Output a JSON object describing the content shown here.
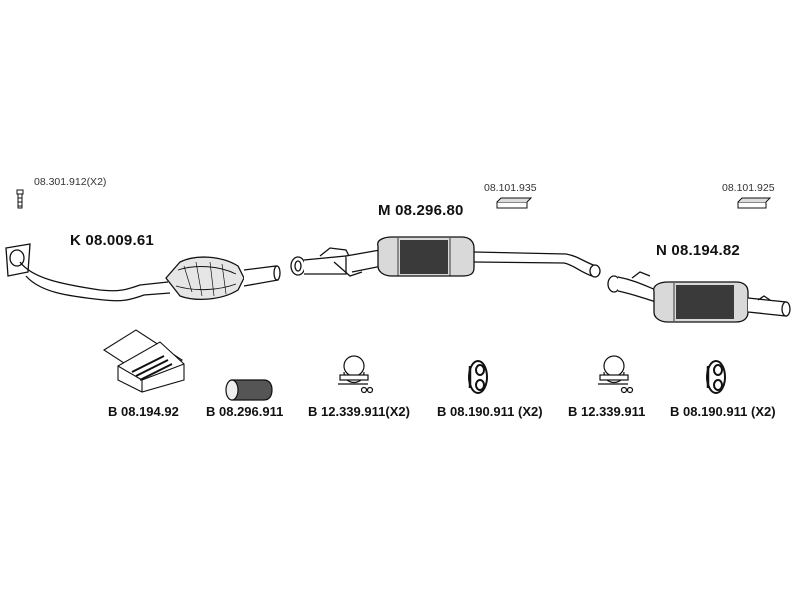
{
  "title": "",
  "colors": {
    "ink": "#111111",
    "fill_light": "#d9d9d9",
    "fill_dark": "#3a3a3a",
    "background": "#ffffff"
  },
  "assemblies": [
    {
      "id": "front-catalyst-pipe",
      "code": "K 08.009.61"
    },
    {
      "id": "middle-silencer",
      "code": "M 08.296.80"
    },
    {
      "id": "rear-silencer",
      "code": "N 08.194.82"
    }
  ],
  "hardware_labels": {
    "bolt": {
      "code": "08.301.912",
      "qty": "(X2)"
    },
    "rubber_mount_middle": {
      "code": "08.101.935"
    },
    "rubber_mount_rear": {
      "code": "08.101.925"
    }
  },
  "accessories": [
    {
      "id": "mounting-kit",
      "code": "B 08.194.92",
      "qty": ""
    },
    {
      "id": "pipe-sleeve",
      "code": "B 08.296.911",
      "qty": ""
    },
    {
      "id": "clamp-1",
      "code": "B 12.339.911",
      "qty": "(X2)"
    },
    {
      "id": "rubber-ring-1",
      "code": "B 08.190.911",
      "qty": "(X2)"
    },
    {
      "id": "clamp-2",
      "code": "B 12.339.911",
      "qty": ""
    },
    {
      "id": "rubber-ring-2",
      "code": "B 08.190.911",
      "qty": "(X2)"
    }
  ]
}
